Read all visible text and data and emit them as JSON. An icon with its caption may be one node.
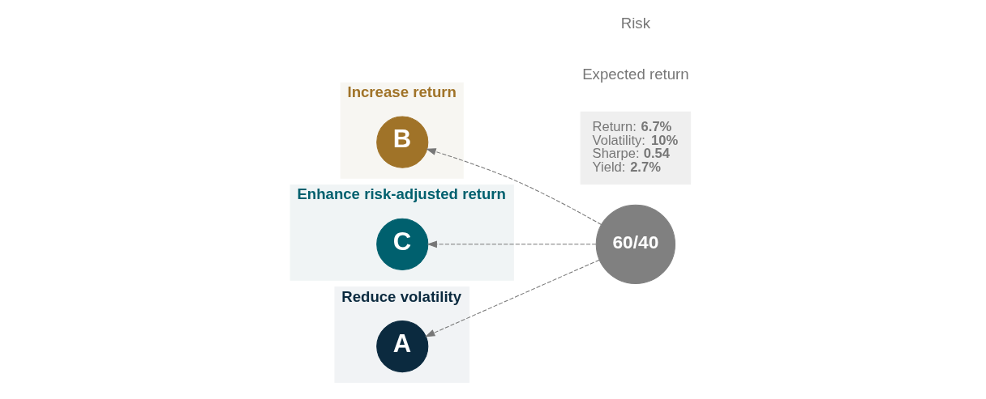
{
  "diagram": {
    "nodes": [
      {
        "text": [
          "Increase return"
        ]
      },
      {
        "text": [
          "B"
        ],
        "in": 0
      },
      {
        "text": [
          "Enhance risk-adjusted return"
        ]
      },
      {
        "text": [
          "C"
        ],
        "in": 2
      },
      {
        "text": [
          "Reduce volatility"
        ]
      },
      {
        "text": [
          "A"
        ],
        "in": 4
      },
      {
        "text": [
          "60/40"
        ]
      },
      {
        "text": [
          "Return: **6.7%**",
          "Volatility: **10%**",
          "Sharpe: **0.54**",
          "Yield: **2.7%**"
        ]
      }
    ],
    "edges": [
      {
        "from": 6,
        "to": 5,
        "arrow": "to",
        "style": "dashed"
      },
      {
        "from": 6,
        "to": 3,
        "arrow": "to",
        "style": "dashed"
      },
      {
        "from": 6,
        "to": 1,
        "arrow": "to",
        "style": "dashed"
      }
    ],
    "labels": [
      "Expected return",
      "Risk"
    ]
  }
}
